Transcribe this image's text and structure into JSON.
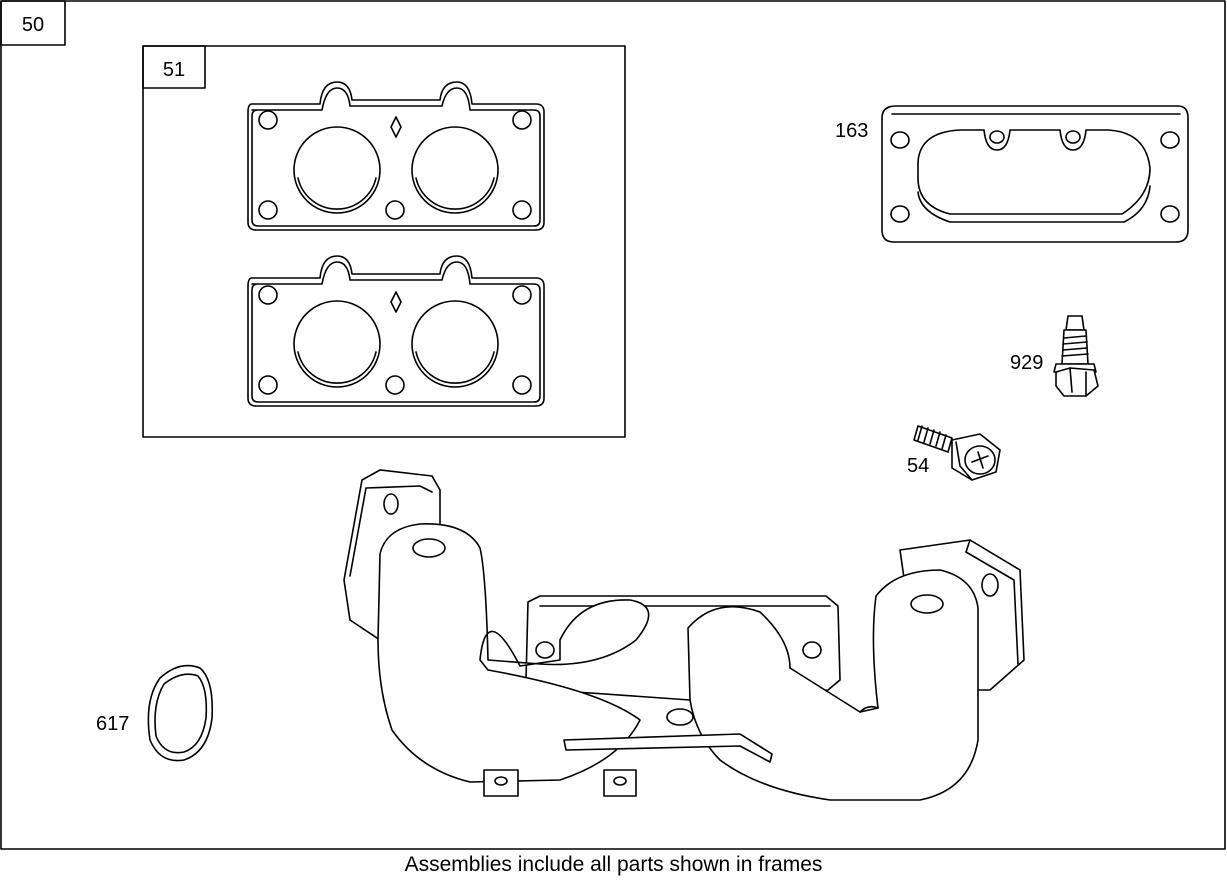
{
  "assembly_frame": {
    "label": "50"
  },
  "gasket_frame": {
    "label": "51"
  },
  "callouts": {
    "exhaust_cover": "163",
    "shoulder_bolt": "929",
    "screw": "54",
    "exhaust_gasket_ring": "617"
  },
  "caption": "Assemblies include all parts shown in frames"
}
